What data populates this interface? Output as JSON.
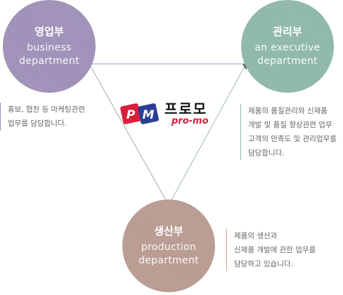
{
  "departments": {
    "sales": {
      "title": "영업부",
      "sub1": "business",
      "sub2": "department"
    },
    "management": {
      "title": "관리부",
      "sub1": "an executive",
      "sub2": "department"
    },
    "production": {
      "title": "생산부",
      "sub1": "production",
      "sub2": "department"
    }
  },
  "descriptions": {
    "sales": [
      "홍보,  협찬 등 마케팅관련",
      "업무를 담당합니다."
    ],
    "management": [
      "제품의 품질관리와 신재품",
      "개발 및 품질 향상관련 업무",
      "고객의 만족도 및 관리업무를",
      "담당합니다."
    ],
    "production": [
      "제품의 생산과",
      "신제품 개발에 관한 업무를",
      "담당하고 있습니다."
    ]
  },
  "logo": {
    "mark_left": "P",
    "mark_right": "M",
    "name_ko": "프로모",
    "name_en": "pro-mo"
  },
  "colors": {
    "sales": "#9d8fb6",
    "management": "#8db7a8",
    "production": "#b89a90",
    "logo_red": "#d81f3b",
    "logo_blue": "#2a3f8f"
  }
}
